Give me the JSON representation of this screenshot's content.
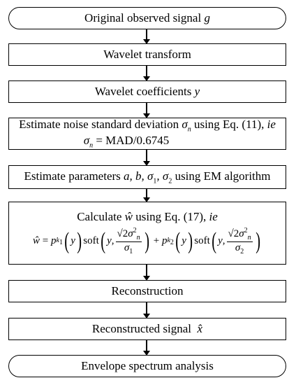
{
  "steps": {
    "s1": {
      "text": "Original observed signal",
      "var": "g"
    },
    "s2": {
      "text": "Wavelet transform"
    },
    "s3": {
      "text": "Wavelet coefficients",
      "var": "y"
    },
    "s4": {
      "line1_a": "Estimate noise standard deviation",
      "var": "σ",
      "var_sub": "n",
      "line1_b": "using Eq. (11),",
      "ie": "ie",
      "line2": "= MAD/0.6745"
    },
    "s5": {
      "text_a": "Estimate parameters",
      "params": "a, b, σ",
      "sub1": "1",
      "sep": ", σ",
      "sub2": "2",
      "text_b": "using EM algorithm"
    },
    "s6": {
      "line1_a": "Calculate",
      "what": "ŵ",
      "line1_b": "using Eq. (17),",
      "ie": "ie",
      "soft": "soft",
      "y": "y",
      "sigma": "σ",
      "sqrt2": "√2",
      "p": "p",
      "k": "k"
    },
    "s7": {
      "text": "Reconstruction"
    },
    "s8": {
      "text": "Reconstructed  signal",
      "var": "x̂"
    },
    "s9": {
      "text": "Envelope spectrum analysis"
    }
  }
}
